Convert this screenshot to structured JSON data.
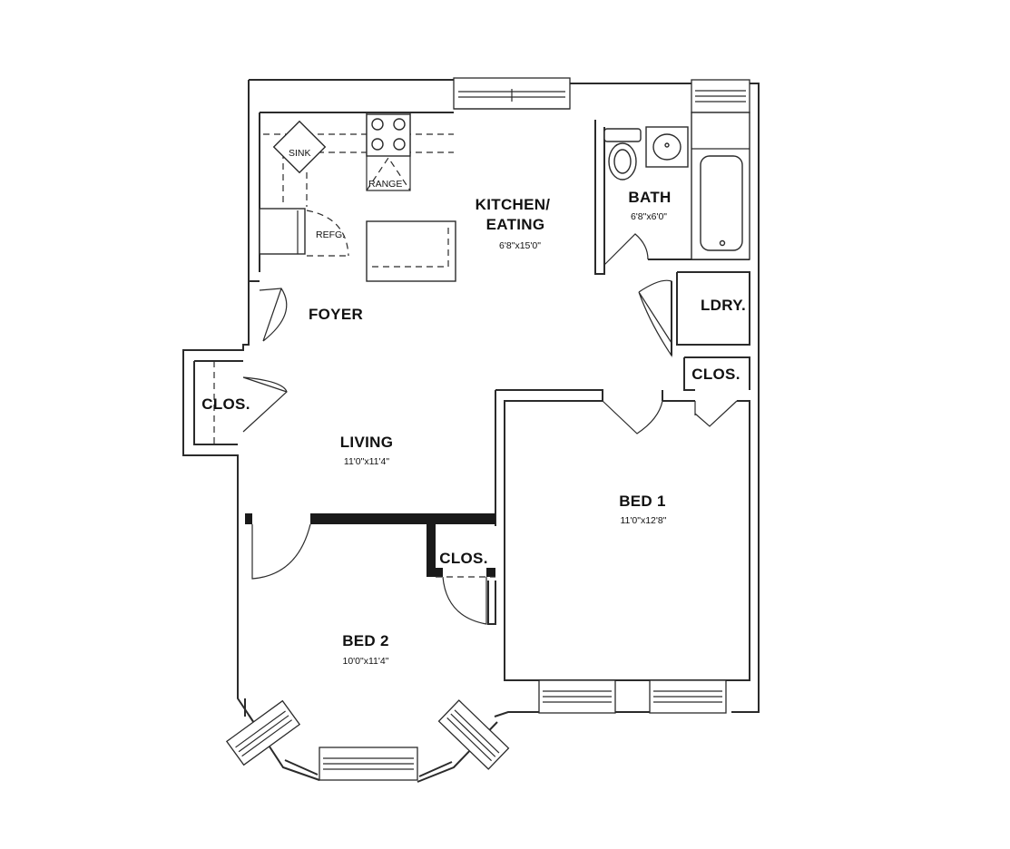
{
  "rooms": {
    "kitchen": {
      "name_line1": "KITCHEN/",
      "name_line2": "EATING",
      "dims": "6'8\"x15'0\""
    },
    "bath": {
      "name": "BATH",
      "dims": "6'8\"x6'0\""
    },
    "laundry": {
      "name": "LDRY."
    },
    "foyer": {
      "name": "FOYER"
    },
    "closet_west": {
      "name": "CLOS."
    },
    "closet_hall": {
      "name": "CLOS."
    },
    "closet_bed2": {
      "name": "CLOS."
    },
    "living": {
      "name": "LIVING",
      "dims": "11'0\"x11'4\""
    },
    "bed1": {
      "name": "BED 1",
      "dims": "11'0\"x12'8\""
    },
    "bed2": {
      "name": "BED 2",
      "dims": "10'0\"x11'4\""
    }
  },
  "fixtures": {
    "sink": "SINK",
    "range": "RANGE",
    "refrigerator": "REFG."
  }
}
